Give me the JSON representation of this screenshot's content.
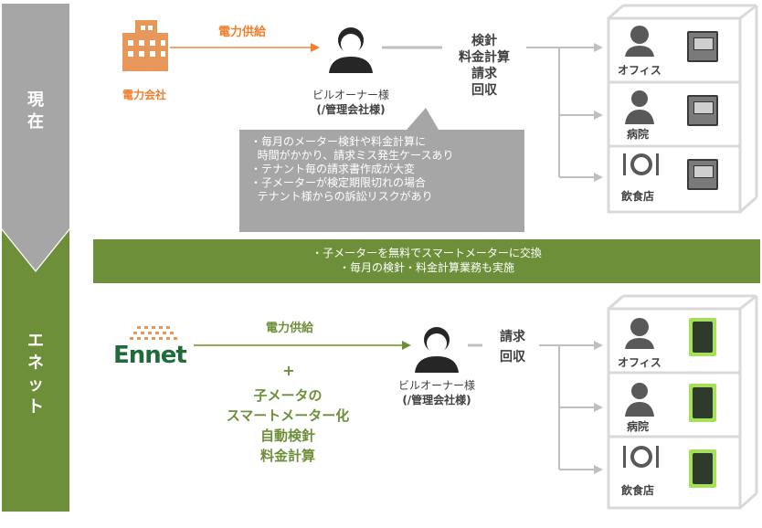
{
  "sidebar": {
    "top_label": "現\n在",
    "bottom_label": "エ\nネ\nッ\nト"
  },
  "current": {
    "company_label": "電力会社",
    "supply_label": "電力供給",
    "owner_label_1": "ビルオーナー様",
    "owner_label_2": "(/管理会社様)",
    "tasks": [
      "検針",
      "料金計算",
      "請求",
      "回収"
    ],
    "callout": [
      "・毎月のメーター検針や料金計算に",
      "  時間がかかり、請求ミス発生ケースあり",
      "・テナント毎の請求書作成が大変",
      "・子メーターが検定期限切れの場合",
      "  テナント様からの訴訟リスクがあり"
    ],
    "rooms": [
      "オフィス",
      "病院",
      "飲食店"
    ]
  },
  "banner": [
    "・子メーターを無料でスマートメーターに交換",
    "・毎月の検針・料金計算業務も実施"
  ],
  "ennet": {
    "logo_text": "Ennet",
    "supply_label": "電力供給",
    "plus": "+",
    "services": [
      "子メータの",
      "スマートメーター化",
      "自動検針",
      "料金計算"
    ],
    "owner_label_1": "ビルオーナー様",
    "owner_label_2": "(/管理会社様)",
    "tasks": [
      "請求",
      "回収"
    ],
    "rooms": [
      "オフィス",
      "病院",
      "飲食店"
    ]
  },
  "colors": {
    "gray": "#a6a6a6",
    "green": "#6e8f3a",
    "orange": "#f07e2c"
  }
}
